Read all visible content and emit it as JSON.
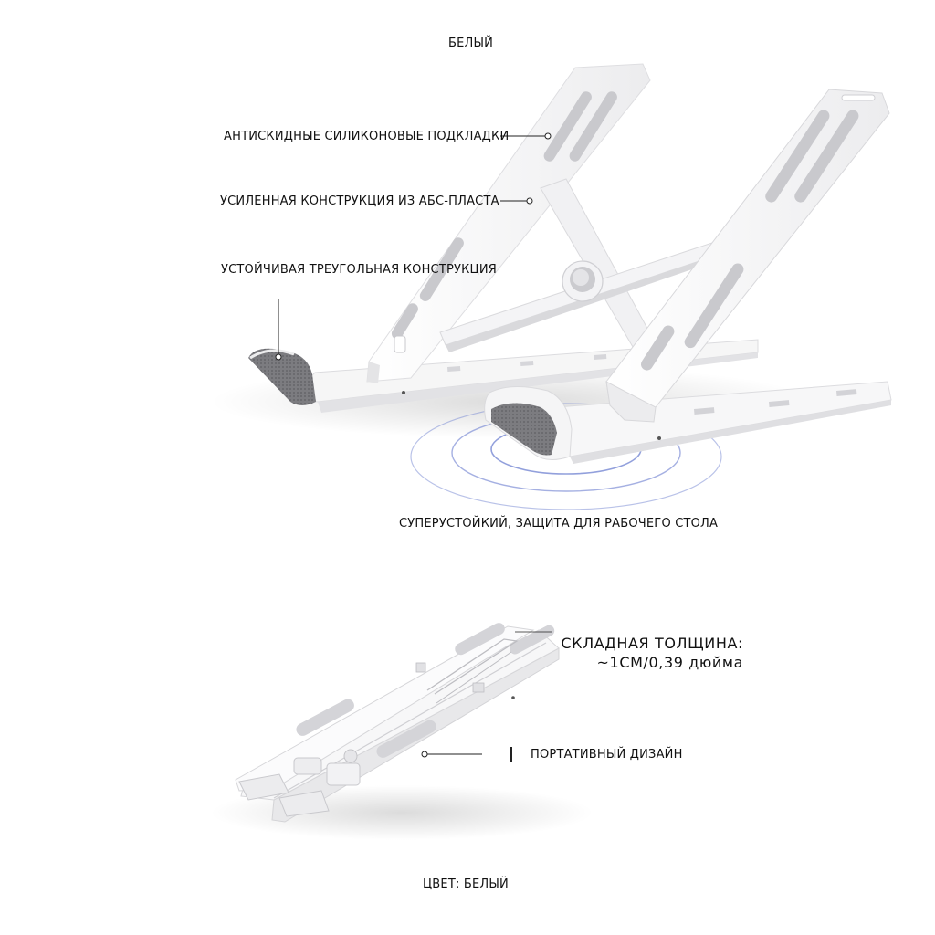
{
  "labels": {
    "top_color": "БЕЛЫЙ",
    "anti_slip": "АНТИСКИДНЫЕ СИЛИКОНОВЫЕ ПОДКЛАДКИ",
    "reinforced": "УСИЛЕННАЯ КОНСТРУКЦИЯ ИЗ АБС-ПЛАСТА",
    "triangle": "УСТОЙЧИВАЯ ТРЕУГОЛЬНАЯ КОНСТРУКЦИЯ",
    "stable": "СУПЕРУСТОЙКИЙ, ЗАЩИТА ДЛЯ РАБОЧЕГО СТОЛА",
    "folded_title": "СКЛАДНАЯ ТОЛЩИНА:",
    "folded_value": "~1СМ/0,39 дюйма",
    "portable": "ПОРТАТИВНЫЙ ДИЗАЙН",
    "color": "ЦВЕТ: БЕЛЫЙ"
  },
  "colors": {
    "plastic": "#f6f6f6",
    "plastic_shade": "#e4e4e6",
    "silicone": "#c9c9cd",
    "rubber": "#7c7c80",
    "ripple": "#7f8fd6",
    "leader": "#222222"
  }
}
